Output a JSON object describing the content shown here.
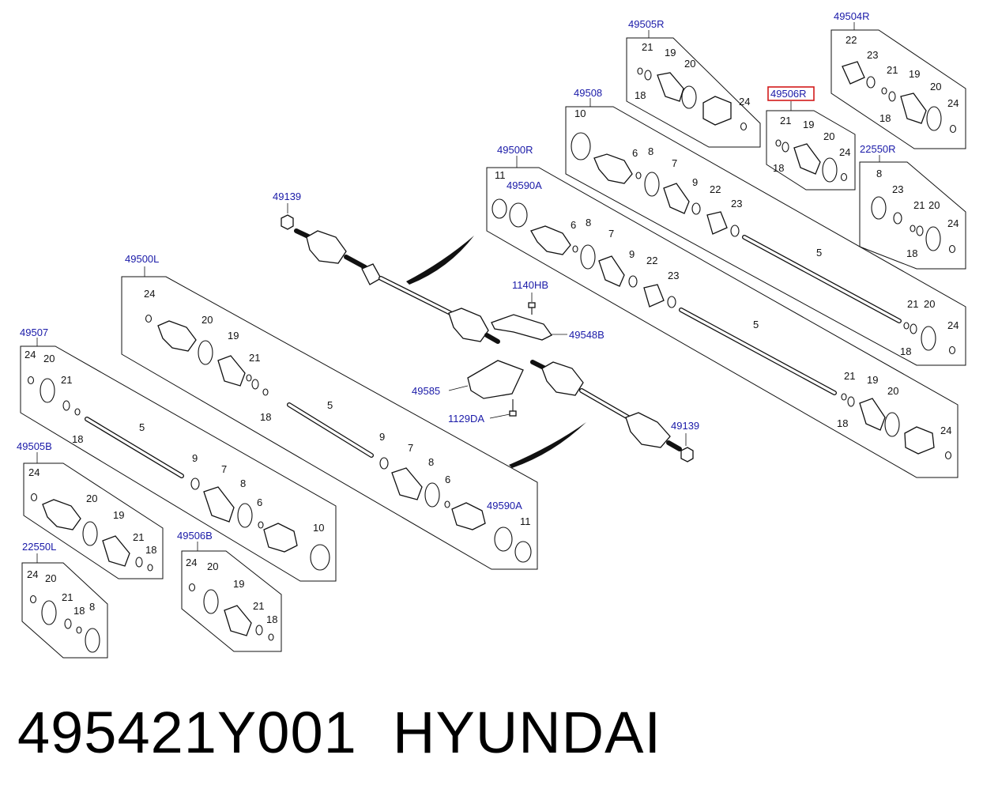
{
  "caption": {
    "part_number": "495421Y001",
    "brand": "HYUNDAI"
  },
  "groups": {
    "g49505R": "49505R",
    "g49504R": "49504R",
    "g49506R": "49506R",
    "g49508": "49508",
    "g22550R": "22550R",
    "g49500R": "49500R",
    "g49590A_top": "49590A",
    "g49139_top": "49139",
    "g1140HB": "1140HB",
    "g49548B": "49548B",
    "g49585": "49585",
    "g1129DA": "1129DA",
    "g49139_bot": "49139",
    "g49500L": "49500L",
    "g49507": "49507",
    "g49505B": "49505B",
    "g49506B": "49506B",
    "g22550L": "22550L",
    "g49590A_bot": "49590A"
  },
  "highlighted_group": "49506R",
  "callouts": {
    "n18": "18",
    "n19": "19",
    "n20": "20",
    "n21": "21",
    "n22": "22",
    "n23": "23",
    "n24": "24",
    "n5": "5",
    "n6": "6",
    "n7": "7",
    "n8": "8",
    "n9": "9",
    "n10": "10",
    "n11": "11"
  },
  "colors": {
    "group_label": "#1a1aa8",
    "highlight_box": "#d21a1a",
    "line": "#111111"
  }
}
